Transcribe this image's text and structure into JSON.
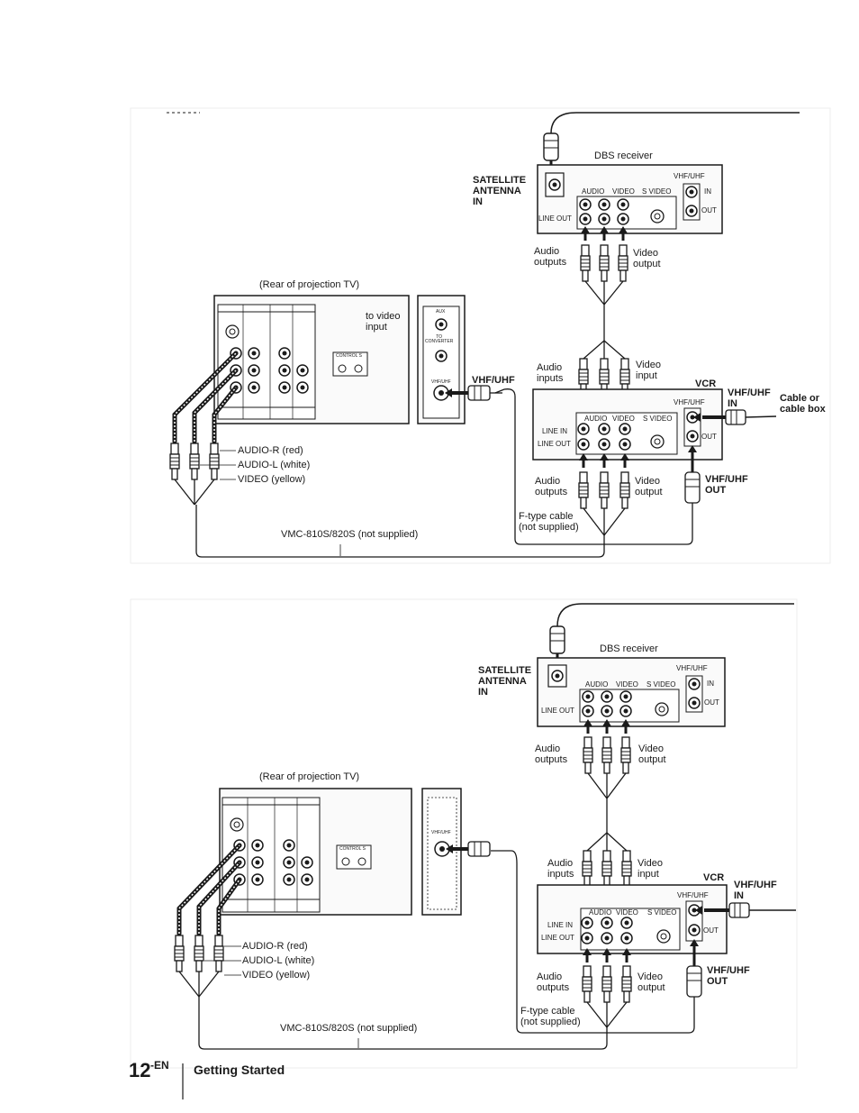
{
  "page": {
    "number": "12",
    "suffix": "-EN",
    "section": "Getting Started"
  },
  "diagram1": {
    "dbs_receiver": "DBS receiver",
    "satellite_antenna_in": "SATELLITE\nANTENNA\nIN",
    "vhf_uhf": "VHF/UHF",
    "in": "IN",
    "out": "OUT",
    "audio": "AUDIO",
    "video": "VIDEO",
    "s_video": "S VIDEO",
    "line_out": "LINE OUT",
    "line_in": "LINE IN",
    "audio_outputs": "Audio\noutputs",
    "video_output": "Video\noutput",
    "audio_inputs": "Audio\ninputs",
    "video_input": "Video\ninput",
    "vcr": "VCR",
    "vhf_uhf_in": "VHF/UHF\nIN",
    "vhf_uhf_out": "VHF/UHF\nOUT",
    "cable_or_cable_box": "Cable or\ncable box",
    "rear_of_tv": "(Rear of projection TV)",
    "to_video_input": "to video\ninput",
    "vhf_uhf_bold": "VHF/UHF",
    "aux": "AUX",
    "to_converter": "TO\nCONVERTER",
    "control_s": "CONTROL S",
    "audio_r": "AUDIO-R (red)",
    "audio_l": "AUDIO-L (white)",
    "video_yellow": "VIDEO (yellow)",
    "f_type_cable": "F-type cable\n(not supplied)",
    "vmc_cable": "VMC-810S/820S (not supplied)"
  },
  "diagram2": {
    "dbs_receiver": "DBS receiver",
    "satellite_antenna_in": "SATELLITE\nANTENNA\nIN",
    "vhf_uhf": "VHF/UHF",
    "in": "IN",
    "out": "OUT",
    "audio": "AUDIO",
    "video": "VIDEO",
    "s_video": "S VIDEO",
    "line_out": "LINE OUT",
    "line_in": "LINE IN",
    "audio_outputs": "Audio\noutputs",
    "video_output": "Video\noutput",
    "audio_inputs": "Audio\ninputs",
    "video_input": "Video\ninput",
    "vcr": "VCR",
    "vhf_uhf_in": "VHF/UHF\nIN",
    "vhf_uhf_out": "VHF/UHF\nOUT",
    "rear_of_tv": "(Rear of projection TV)",
    "control_s": "CONTROL S",
    "audio_r": "AUDIO-R (red)",
    "audio_l": "AUDIO-L (white)",
    "video_yellow": "VIDEO (yellow)",
    "f_type_cable": "F-type cable\n(not supplied)",
    "vmc_cable": "VMC-810S/820S (not supplied)"
  },
  "colors": {
    "ink": "#1a1a1a",
    "panel_fill": "#f4f4f4",
    "paper": "#ffffff"
  }
}
